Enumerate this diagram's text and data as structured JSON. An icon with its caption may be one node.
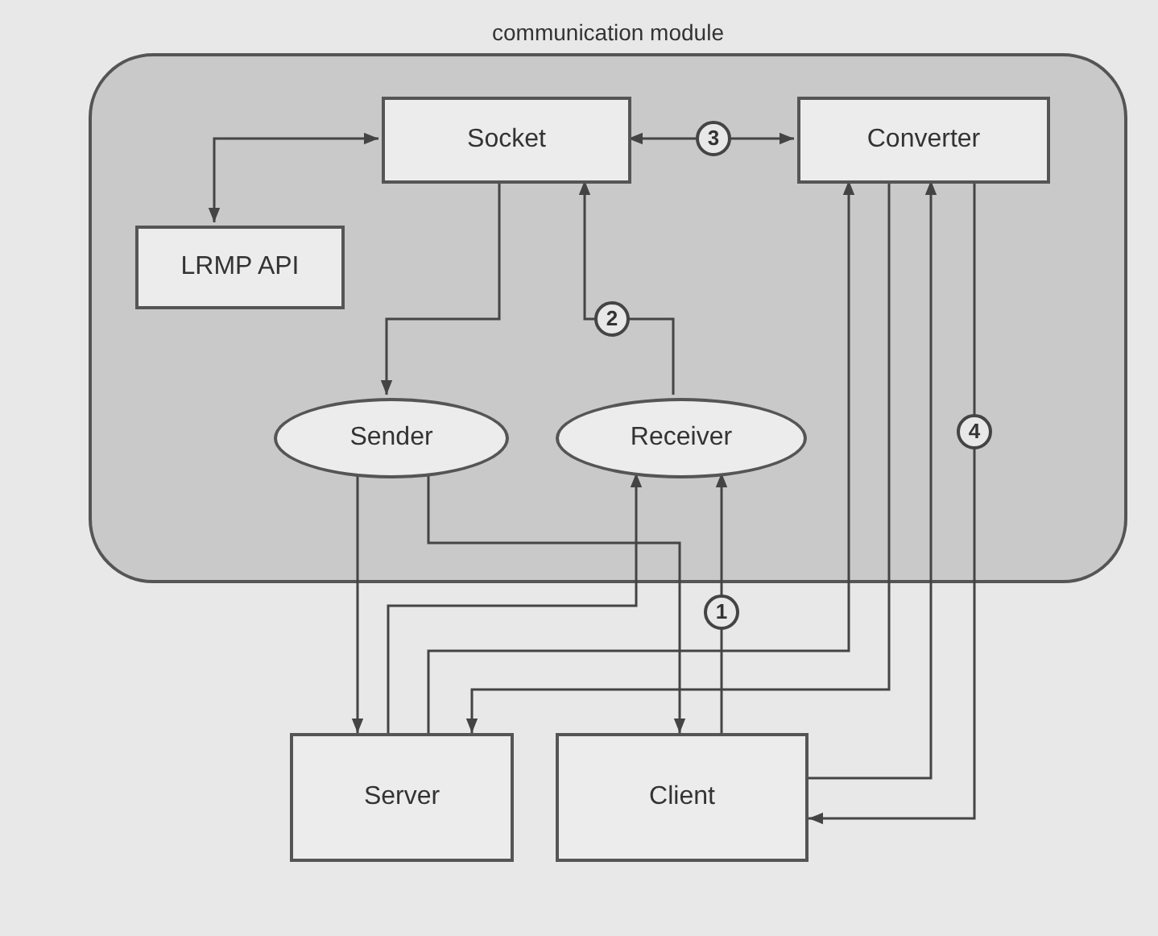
{
  "diagram": {
    "nodes": [
      {
        "text": [
          "communication module"
        ]
      },
      {
        "text": [
          "Socket"
        ],
        "in": 0
      },
      {
        "text": [
          "Converter"
        ],
        "in": 0
      },
      {
        "text": [
          "LRMP API"
        ],
        "in": 0
      },
      {
        "text": [
          "Sender"
        ],
        "in": 0
      },
      {
        "text": [
          "Receiver"
        ],
        "in": 0
      },
      {
        "text": [
          "Server"
        ]
      },
      {
        "text": [
          "Client"
        ]
      }
    ],
    "edges": [
      {
        "from": 1,
        "to": 3,
        "arrow": "both"
      },
      {
        "from": 1,
        "to": 4,
        "arrow": "to"
      },
      {
        "from": 5,
        "to": 1,
        "arrow": "to",
        "label": "2"
      },
      {
        "from": 1,
        "to": 2,
        "arrow": "both",
        "label": "3"
      },
      {
        "from": 4,
        "to": 6,
        "arrow": "to"
      },
      {
        "from": 4,
        "to": 7,
        "arrow": "to"
      },
      {
        "from": 6,
        "to": 5,
        "arrow": "to"
      },
      {
        "from": 7,
        "to": 5,
        "arrow": "to",
        "label": "1"
      },
      {
        "from": 6,
        "to": 2,
        "arrow": "to"
      },
      {
        "from": 2,
        "to": 6,
        "arrow": "to"
      },
      {
        "from": 7,
        "to": 2,
        "arrow": "to"
      },
      {
        "from": 2,
        "to": 7,
        "arrow": "to",
        "label": "4"
      }
    ]
  }
}
